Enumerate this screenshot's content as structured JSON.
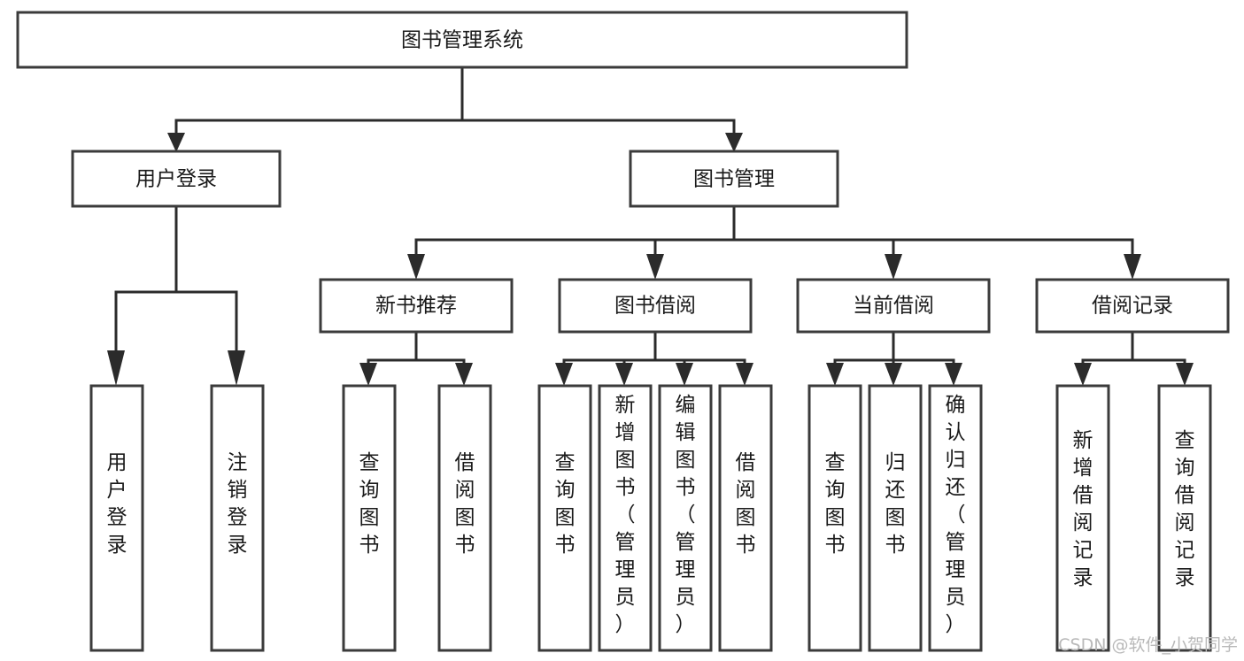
{
  "diagram": {
    "type": "tree",
    "title": "图书管理系统",
    "orientation": "top-down",
    "root": {
      "id": "root",
      "label": "图书管理系统",
      "text_orientation": "horizontal"
    },
    "level2": [
      {
        "id": "user-login",
        "label": "用户登录",
        "text_orientation": "horizontal"
      },
      {
        "id": "book-manage",
        "label": "图书管理",
        "text_orientation": "horizontal"
      }
    ],
    "level3": [
      {
        "id": "new-book-recommend",
        "label": "新书推荐",
        "parent": "book-manage",
        "text_orientation": "horizontal"
      },
      {
        "id": "book-borrow",
        "label": "图书借阅",
        "parent": "book-manage",
        "text_orientation": "horizontal"
      },
      {
        "id": "current-borrow",
        "label": "当前借阅",
        "parent": "book-manage",
        "text_orientation": "horizontal"
      },
      {
        "id": "borrow-record",
        "label": "借阅记录",
        "parent": "book-manage",
        "text_orientation": "horizontal"
      }
    ],
    "leaves": {
      "user-login": [
        {
          "id": "leaf-user-login",
          "label": "用户登录",
          "text_orientation": "vertical"
        },
        {
          "id": "leaf-user-logout",
          "label": "注销登录",
          "text_orientation": "vertical"
        }
      ],
      "new-book-recommend": [
        {
          "id": "leaf-query-book-1",
          "label": "查询图书",
          "text_orientation": "vertical"
        },
        {
          "id": "leaf-borrow-book-1",
          "label": "借阅图书",
          "text_orientation": "vertical"
        }
      ],
      "book-borrow": [
        {
          "id": "leaf-query-book-2",
          "label": "查询图书",
          "text_orientation": "vertical"
        },
        {
          "id": "leaf-add-book",
          "label": "新增图书（管理员）",
          "text_orientation": "vertical"
        },
        {
          "id": "leaf-edit-book",
          "label": "编辑图书（管理员）",
          "text_orientation": "vertical"
        },
        {
          "id": "leaf-borrow-book-2",
          "label": "借阅图书",
          "text_orientation": "vertical"
        }
      ],
      "current-borrow": [
        {
          "id": "leaf-query-book-3",
          "label": "查询图书",
          "text_orientation": "vertical"
        },
        {
          "id": "leaf-return-book",
          "label": "归还图书",
          "text_orientation": "vertical"
        },
        {
          "id": "leaf-confirm-return",
          "label": "确认归还（管理员）",
          "text_orientation": "vertical"
        }
      ],
      "borrow-record": [
        {
          "id": "leaf-add-record",
          "label": "新增借阅记录",
          "text_orientation": "vertical"
        },
        {
          "id": "leaf-query-record",
          "label": "查询借阅记录",
          "text_orientation": "vertical"
        }
      ]
    }
  },
  "watermark": {
    "label": "CSDN @软件_小贺同学"
  },
  "colors": {
    "background": "#ffffff",
    "box_fill": "#ffffff",
    "box_stroke": "#3b3b3b",
    "connector": "#2b2b2b",
    "text": "#1a1a1a",
    "watermark": "#b9b9b9"
  }
}
